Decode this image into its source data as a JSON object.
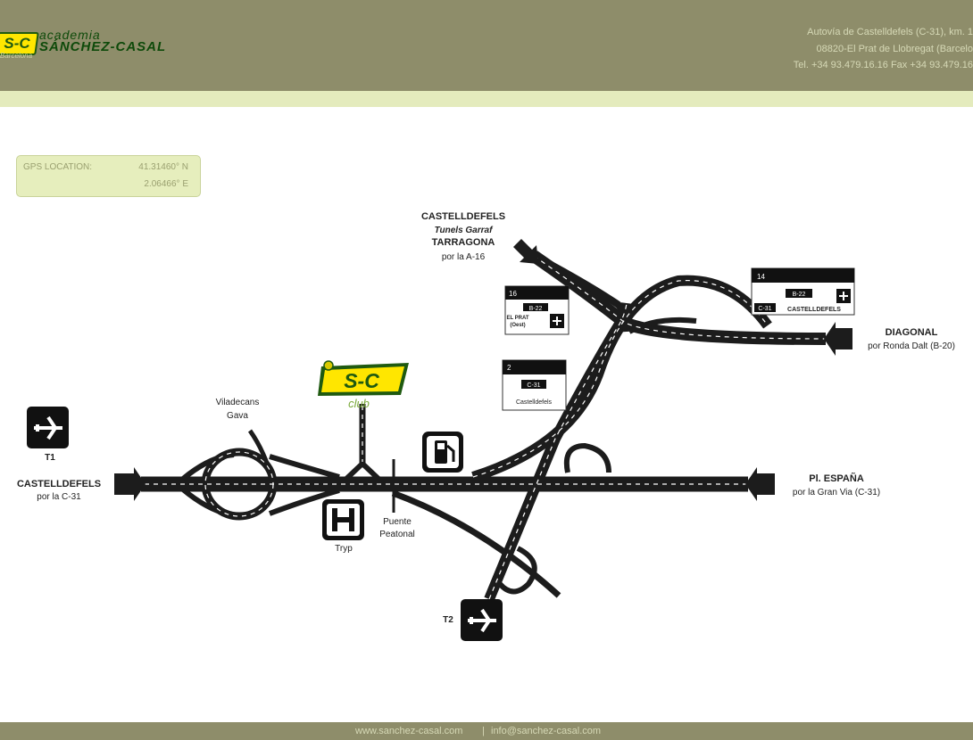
{
  "header": {
    "logo_badge": "S-C",
    "logo_line1": "academia",
    "logo_line2": "SÁNCHEZ-CASAL",
    "logo_small": "Barcelona",
    "address_line1": "Autovía de Castelldefels (C-31), km. 1",
    "address_line2": "08820-El Prat de Llobregat (Barcelo",
    "address_line3": "Tel. +34 93.479.16.16  Fax +34 93.479.16"
  },
  "gps": {
    "label": "GPS LOCATION:",
    "lat": "41.31460° N",
    "lon": "2.06466° E"
  },
  "map": {
    "castelldefels_top": "CASTELLDEFELS",
    "tunels": "Tunels Garraf",
    "tarragona": "TARRAGONA",
    "por_a16": "por la A-16",
    "diagonal": "DIAGONAL",
    "por_ronda": "por Ronda Dalt (B-20)",
    "viladecans": "Viladecans",
    "gava": "Gava",
    "t1": "T1",
    "t2": "T2",
    "castelldefels_left": "CASTELLDEFELS",
    "por_c31": "por la C-31",
    "pl_espana": "Pl. ESPAÑA",
    "por_granvia": "por la Gran Via (C-31)",
    "tryp": "Tryp",
    "puente": "Puente",
    "peatonal": "Peatonal",
    "club_badge": "S-C",
    "club_text": "club",
    "sign1_num": "16",
    "sign1_road": "B-22",
    "sign1_text1": "EL PRAT",
    "sign1_text2": "(Oest)",
    "sign2_num": "2",
    "sign2_road": "C-31",
    "sign2_text": "Castelldefels",
    "sign3_num": "14",
    "sign3_road1": "B-22",
    "sign3_road2": "C-31",
    "sign3_text": "CASTELLDEFELS"
  },
  "footer": {
    "website": "www.sanchez-casal.com",
    "separator": "|",
    "email": "info@sanchez-casal.com"
  },
  "colors": {
    "header": "#8e8d6a",
    "strip": "#e4ebbd",
    "road": "#1c1c1c",
    "accent_green": "#1f5a10",
    "accent_yellow": "#ffe600"
  }
}
